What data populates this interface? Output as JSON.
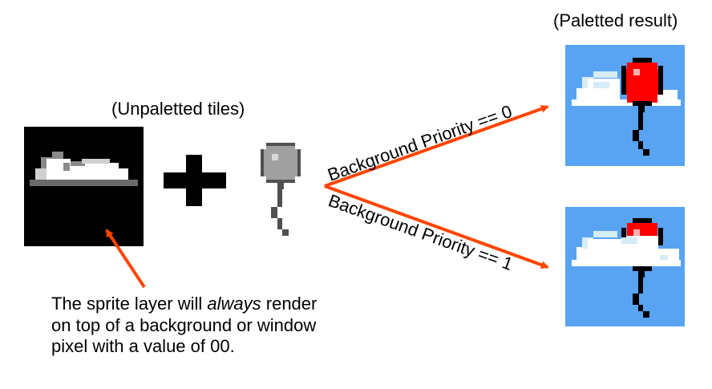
{
  "labels": {
    "unpaletted": "(Unpaletted tiles)",
    "paletted": "(Paletted result)",
    "edge_priority_0": "Background Priority == 0",
    "edge_priority_1": "Background Priority == 1"
  },
  "note": {
    "line1_before": "The sprite layer will ",
    "line1_emphasis": "always",
    "line1_after": " render",
    "line2": "on top of a background or window",
    "line3": "pixel with a value of 00."
  },
  "colors": {
    "arrow": "#ff4500",
    "sky": "#58a4f3",
    "tile_background": "#000000",
    "balloon_red": "#ff0000",
    "cloud_light": "#d6ecf7",
    "cloud_white": "#ffffff",
    "sprite_gray": "#a0a0a0",
    "sprite_dark": "#505050"
  }
}
